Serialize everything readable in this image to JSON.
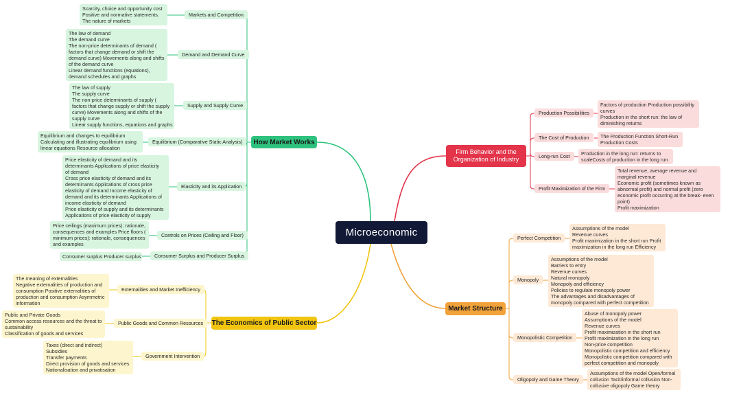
{
  "root": "Microeconomic",
  "colors": {
    "green": "#2ec27e",
    "red": "#e3344a",
    "orange": "#f2a23a",
    "yellow": "#f1c40f",
    "navy": "#111936"
  },
  "branches": {
    "market": {
      "label": "How Market Works",
      "topics": [
        {
          "label": "Markets and Competition",
          "notes": [
            "Scarcity, choice and opportunity cost",
            "Positive and normative statements.",
            "The nature of markets"
          ]
        },
        {
          "label": "Demand and Demand Curve",
          "notes": [
            "The law of demand",
            "The demand curve",
            "The non-price determinants of demand (",
            "factors that change demand or shift the",
            "demand curve) Movements along and shifts",
            "of the demand curve",
            "Linear demand functions (equations),",
            "demand schedules and graphs"
          ]
        },
        {
          "label": "Supply and Supply Curve",
          "notes": [
            "The law of supply",
            "The supply curve",
            "The non-price determinants of supply (",
            "factors that change supply or shift the supply",
            "curve) Movements along and shifts of the",
            "supply curve",
            "Linear supply functions, equations and graphs"
          ]
        },
        {
          "label": "Equilibrium (Comparative Static Analysis)",
          "notes": [
            "Equilibrium and changes to equilibrium",
            "Calculating and illustrating equilibrium using",
            "linear equations Resource allocation"
          ]
        },
        {
          "label": "Elasticity and its Application",
          "notes": [
            "Price elasticity of demand and its",
            "determinants Applications of price elasticity",
            "of demand",
            "Cross price elasticity of demand and its",
            "determinants Applications of cross price",
            "elasticity of demand Income elasticity of",
            "demand and its determinants Applications of",
            "income elasticity of demand",
            "Price elasticity of supply and its determinants",
            "Applications of price elasticity of supply"
          ]
        },
        {
          "label": "Controls on Prices (Ceiling and Floor)",
          "notes": [
            "Price ceilings (maximum prices): rationale,",
            "consequences and examples Price floors (",
            "minimum prices): rationale, consequences",
            "and examples"
          ]
        },
        {
          "label": "Consumer Surplus and Producer Surplus",
          "notes": [
            "Consumer surplus Producer surplus"
          ]
        }
      ]
    },
    "firm": {
      "label": "Firm Behavior and the Organization of Industry",
      "label_lines": [
        "Firm Behavior and the",
        "Organization of Industry"
      ],
      "topics": [
        {
          "label": "Production Possibilities",
          "notes": [
            "Factors of production Production possibility",
            "curves",
            "Production in the short run: the law of",
            "diminishing returns"
          ]
        },
        {
          "label": "The Cost of Production",
          "notes": [
            "The Production Function Short-Run",
            "Production Costs"
          ]
        },
        {
          "label": "Long-run Cost",
          "notes": [
            "Production in the long run: returns to",
            "scaleCosts of production in the long run"
          ]
        },
        {
          "label": "Profit Maximization of the Firm",
          "notes": [
            "Total revenue, average revenue and",
            "marginal revenue",
            "Economic profit (sometimes known as",
            "abnormal profit) and normal profit (zero",
            "economic profit occurring at the break- even",
            "point)",
            "Profit maximization"
          ]
        }
      ]
    },
    "structure": {
      "label": "Market Structure",
      "topics": [
        {
          "label": "Perfect Competition",
          "notes": [
            "Assumptions of the model",
            "Revenue curves",
            "Profit maximization in the short run Profit",
            "maximization in the long run Efficiency"
          ]
        },
        {
          "label": "Monopoly",
          "notes": [
            "Assumptions of the model",
            "Barriers to entry",
            "Revenue curves",
            "Natural monopoly",
            "Monopoly and efficiency",
            "Policies to regulate monopoly power",
            "The advantages and disadvantages of",
            "monopoly compared with perfect competition"
          ]
        },
        {
          "label": "Monopolistic Competition",
          "notes": [
            "Abuse of monopoly power",
            "Assumptions of the model",
            "Revenue curves",
            "Profit maximization in the short run",
            "Profit maximization in the long run",
            "Non-price competition",
            "Monopolistic competition and efficiency",
            "Monopolistic competition compared with",
            "perfect competition and monopoly"
          ]
        },
        {
          "label": "Oligopoly and Game Theory",
          "notes": [
            "Assumptions of the model Open/formal",
            "collusion Tacit/informal collusion Non-",
            "collusive oligopoly Game theory"
          ]
        }
      ]
    },
    "public": {
      "label": "The Economics of Public Sector",
      "topics": [
        {
          "label": "Externalities and Market Inefficiency",
          "notes": [
            "The meaning of externalities",
            "Negative externalities of production and",
            "consumption Positive externalities of",
            "production and consumption Asymmetric",
            "information"
          ]
        },
        {
          "label": "Public Goods and Common Resources",
          "notes": [
            "Public and Private Goods",
            "Common access resources and the threat to",
            "sustainability",
            "Classification of goods and services"
          ]
        },
        {
          "label": "Government Intervention",
          "notes": [
            "Taxes (direct and indirect)",
            "Subsidies",
            "Transfer payments",
            "Direct provision of goods and services",
            "Nationalisation and privatisation"
          ]
        }
      ]
    }
  }
}
